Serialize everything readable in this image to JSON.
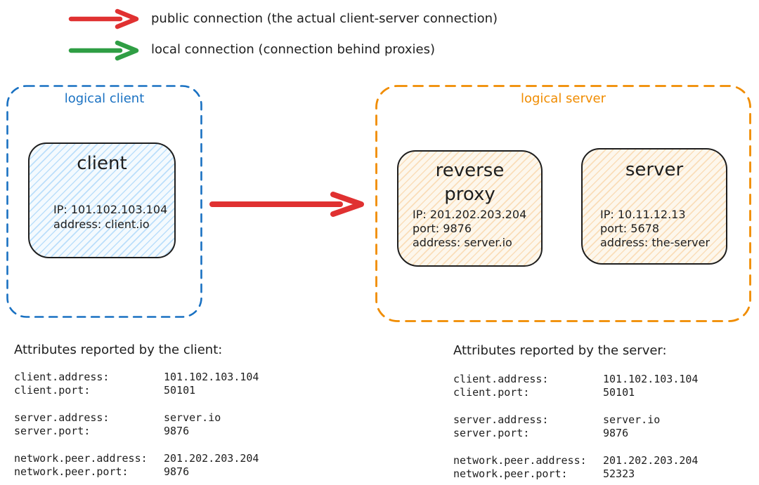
{
  "legend": {
    "public": {
      "label": "public connection (the actual client-server connection)",
      "color": "#e03131"
    },
    "local": {
      "label": "local connection (connection behind proxies)",
      "color": "#2f9e44"
    }
  },
  "logical_client": {
    "label": "logical client",
    "color": "#1971c2"
  },
  "logical_server": {
    "label": "logical server",
    "color": "#f08c00"
  },
  "nodes": {
    "client": {
      "title": "client",
      "lines": [
        "IP: 101.102.103.104",
        "address: client.io"
      ],
      "fill": "#d6ebfa"
    },
    "reverse_proxy": {
      "title": [
        "reverse",
        "proxy"
      ],
      "lines": [
        "IP: 201.202.203.204",
        "port: 9876",
        "address: server.io"
      ],
      "fill": "#fbe8cf"
    },
    "server": {
      "title": "server",
      "lines": [
        "IP: 10.11.12.13",
        "port: 5678",
        "address: the-server"
      ],
      "fill": "#fbe8cf"
    }
  },
  "client_attrs": {
    "heading": "Attributes reported by the client:",
    "groups": [
      [
        {
          "key": "client.address:",
          "value": "101.102.103.104"
        },
        {
          "key": "client.port:",
          "value": "50101"
        }
      ],
      [
        {
          "key": "server.address:",
          "value": "server.io"
        },
        {
          "key": "server.port:",
          "value": "9876"
        }
      ],
      [
        {
          "key": "network.peer.address:",
          "value": "201.202.203.204"
        },
        {
          "key": "network.peer.port:",
          "value": "9876"
        }
      ]
    ]
  },
  "server_attrs": {
    "heading": "Attributes reported by the server:",
    "groups": [
      [
        {
          "key": "client.address:",
          "value": "101.102.103.104"
        },
        {
          "key": "client.port:",
          "value": "50101"
        }
      ],
      [
        {
          "key": "server.address:",
          "value": "server.io"
        },
        {
          "key": "server.port:",
          "value": "9876"
        }
      ],
      [
        {
          "key": "network.peer.address:",
          "value": "201.202.203.204"
        },
        {
          "key": "network.peer.port:",
          "value": "52323"
        }
      ]
    ]
  }
}
